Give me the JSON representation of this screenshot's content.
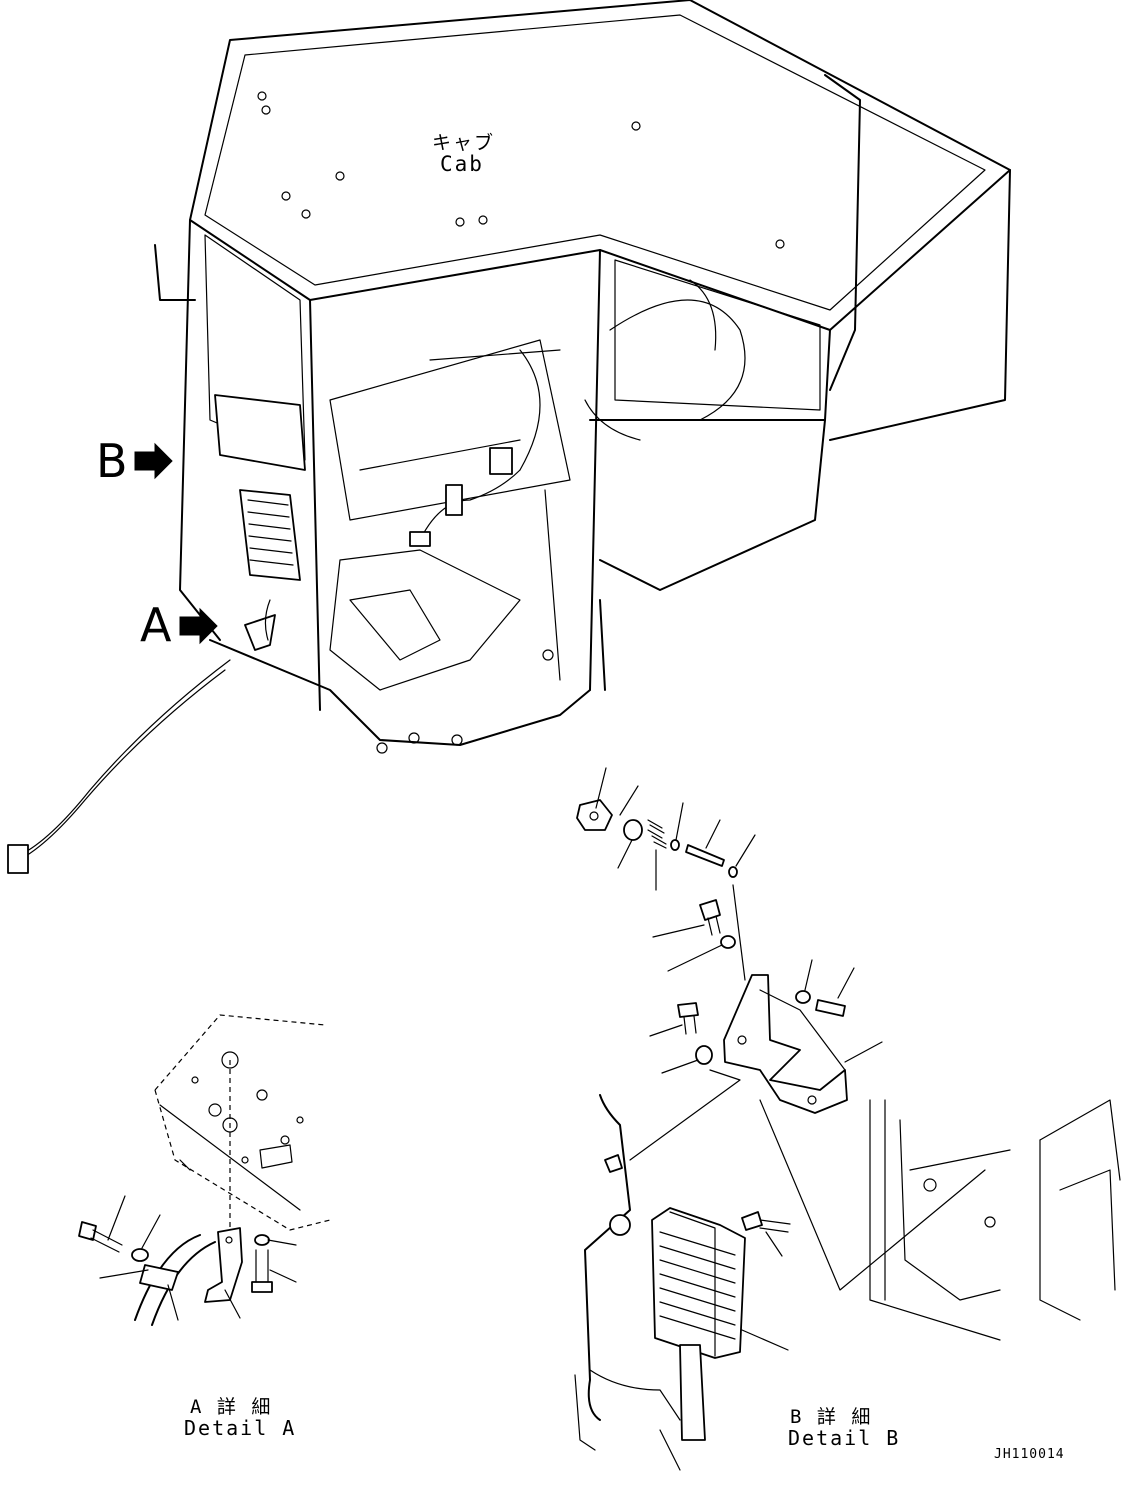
{
  "labels": {
    "cab_jp": "キャブ",
    "cab_en": "Cab",
    "view_b_letter": "B",
    "view_a_letter": "A",
    "detail_a_jp": "A 詳 細",
    "detail_a_en": "Detail A",
    "detail_b_jp": "B 詳 細",
    "detail_b_en": "Detail B",
    "drawing_code": "JH110014"
  },
  "colors": {
    "line": "#000000",
    "background": "#ffffff"
  },
  "icons": {
    "view_arrow": "right-arrow-icon"
  }
}
